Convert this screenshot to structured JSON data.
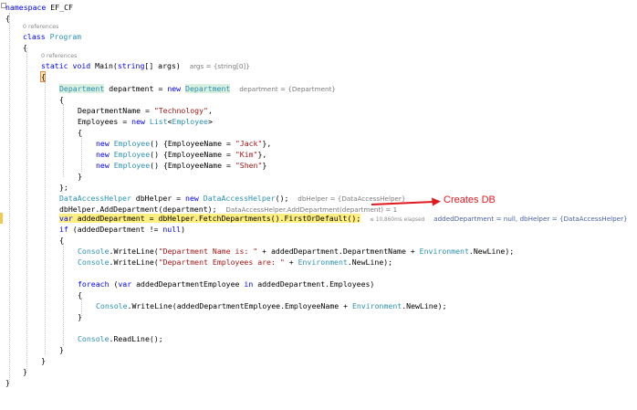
{
  "editor": {
    "code_lens_refs": "0 references",
    "annotation": {
      "text": "Creates DB",
      "color": "#e0191f"
    },
    "colors": {
      "keyword": "#0000ff",
      "type": "#2b91af",
      "string": "#a31515",
      "highlight_green": "#d9efe0",
      "highlight_yellow": "#ffef80"
    },
    "line1": {
      "kw": "namespace",
      "name": " EF_CF"
    },
    "line2": "{",
    "class_line": {
      "kw": "class",
      "name": "Program"
    },
    "class_open": "{",
    "main_line": {
      "kw1": "static",
      "kw2": "void",
      "text1": " Main(",
      "kw3": "string",
      "text2": "[] args)",
      "hint": "args = {string[0]}"
    },
    "main_open": "{",
    "dept_line": {
      "ty1": "Department",
      "text1": " department = ",
      "kw": "new",
      "ty2": "Department",
      "hint": "department = {Department}"
    },
    "init_open": "{",
    "deptname_line": {
      "text1": "DepartmentName = ",
      "str": "\"Technology\"",
      "text2": ","
    },
    "employees_line": {
      "text1": "Employees = ",
      "kw": "new",
      "ty": "List",
      "text2": "<",
      "ty2": "Employee",
      "text3": ">"
    },
    "list_open": "{",
    "emp1": {
      "kw": "new",
      "ty": "Employee",
      "text1": "() {EmployeeName = ",
      "str": "\"Jack\"",
      "text2": "},"
    },
    "emp2": {
      "kw": "new",
      "ty": "Employee",
      "text1": "() {EmployeeName = ",
      "str": "\"Kim\"",
      "text2": "},"
    },
    "emp3": {
      "kw": "new",
      "ty": "Employee",
      "text1": "() {EmployeeName = ",
      "str": "\"Shen\"",
      "text2": "}"
    },
    "list_close": "}",
    "init_close": "};",
    "helper_line": {
      "ty1": "DataAccessHelper",
      "text1": " dbHelper = ",
      "kw": "new",
      "ty2": "DataAccessHelper",
      "text2": "();",
      "hint": "dbHelper = {DataAccessHelper}"
    },
    "add_line": {
      "text": "dbHelper.AddDepartment(department);",
      "hint": "DataAccessHelper.AddDepartment(department) = 1"
    },
    "fetch_line": {
      "kw": "var",
      "text": " addedDepartment = dbHelper.FetchDepartments().FirstOrDefault();",
      "elapsed": "≤ 10,860ms elapsed",
      "hint1": "addedDepartment = null,",
      "hint2": "dbHelper = {DataAccessHelper}"
    },
    "if_line": {
      "kw1": "if",
      "text1": " (addedDepartment != ",
      "kw2": "null",
      "text2": ")"
    },
    "if_open": "{",
    "wl1": {
      "ty": "Console",
      "text1": ".WriteLine(",
      "str": "\"Department Name is: \"",
      "text2": " + addedDepartment.DepartmentName + ",
      "ty2": "Environment",
      "text3": ".NewLine);"
    },
    "wl2": {
      "ty": "Console",
      "text1": ".WriteLine(",
      "str": "\"Department Employees are: \"",
      "text2": " + ",
      "ty2": "Environment",
      "text3": ".NewLine);"
    },
    "foreach_line": {
      "kw1": "foreach",
      "text1": " (",
      "kw2": "var",
      "text2": " addedDepartmentEmployee ",
      "kw3": "in",
      "text3": " addedDepartment.Employees)"
    },
    "foreach_open": "{",
    "wl3": {
      "ty": "Console",
      "text1": ".WriteLine(addedDepartmentEmployee.EmployeeName + ",
      "ty2": "Environment",
      "text2": ".NewLine);"
    },
    "foreach_close": "}",
    "readline": {
      "ty": "Console",
      "text": ".ReadLine();"
    },
    "if_close": "}",
    "main_close": "}",
    "class_close": "}",
    "ns_close": "}"
  }
}
